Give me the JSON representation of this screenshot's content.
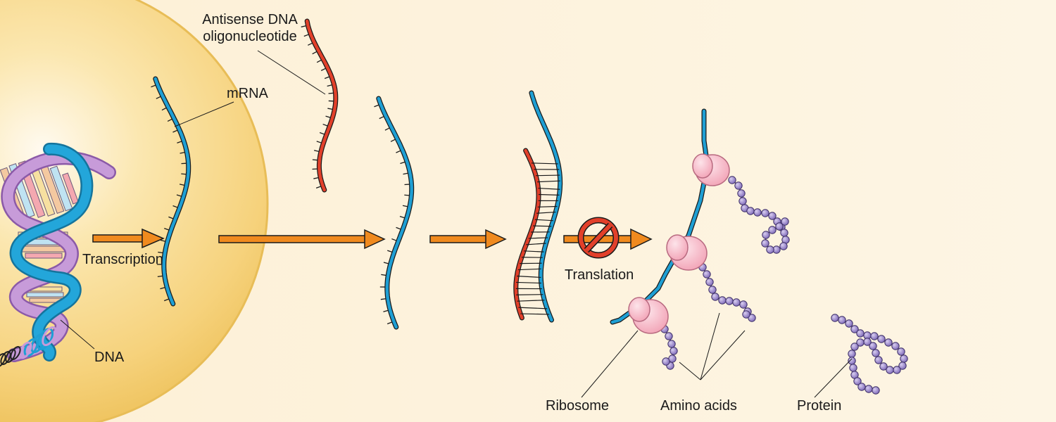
{
  "labels": {
    "antisense_line1": "Antisense DNA",
    "antisense_line2": "oligonucleotide",
    "mrna": "mRNA",
    "transcription": "Transcription",
    "translation": "Translation",
    "dna": "DNA",
    "ribosome": "Ribosome",
    "amino_acids": "Amino acids",
    "protein": "Protein"
  },
  "colors": {
    "background": "#fdf3df",
    "nucleus": "#f6d27c",
    "nucleus_edge": "#e6b84a",
    "mrna": "#1e9fd4",
    "antisense": "#e2402a",
    "arrow": "#f08a1e",
    "ribosome": "#f6b8c6",
    "amino_acid": "#9b88c9",
    "dna_purple": "#b58ac8",
    "dna_blue": "#1e9fd4",
    "inhibit": "#e2402a"
  },
  "icons": {
    "inhibit": "prohibition-icon"
  }
}
